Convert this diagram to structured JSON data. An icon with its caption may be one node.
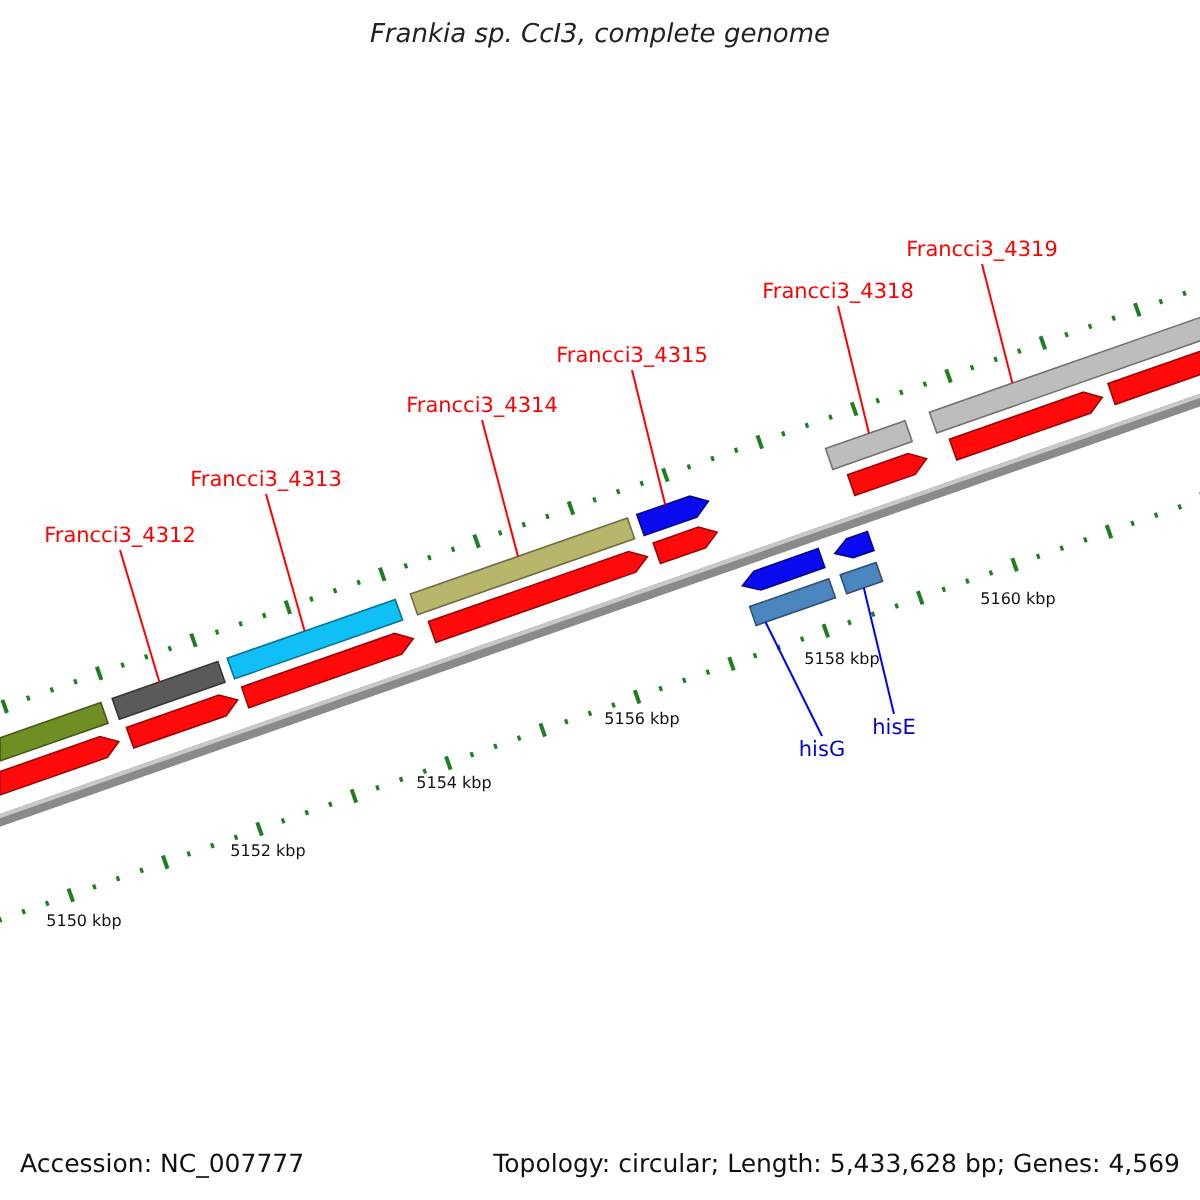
{
  "diagram": {
    "title": "Frankia sp. CcI3, complete genome",
    "nodes": [
      {
        "text": [
          "Francci3_4312"
        ]
      },
      {
        "text": [
          "Francci3_4313"
        ]
      },
      {
        "text": [
          "Francci3_4314"
        ]
      },
      {
        "text": [
          "Francci3_4315"
        ]
      },
      {
        "text": [
          "Francci3_4318"
        ]
      },
      {
        "text": [
          "Francci3_4319"
        ]
      },
      {
        "text": [
          "hisG"
        ]
      },
      {
        "text": [
          "hisE"
        ]
      },
      {
        "text": [],
        "shape": "bar"
      },
      {
        "text": [],
        "shape": "bar"
      },
      {
        "text": [],
        "shape": "bar"
      },
      {
        "text": [],
        "shape": "bar"
      },
      {
        "text": [],
        "shape": "bar"
      },
      {
        "text": [],
        "shape": "bar"
      },
      {
        "text": [],
        "shape": "bar"
      },
      {
        "text": [],
        "shape": "bar"
      },
      {
        "text": [],
        "shape": "bar"
      },
      {
        "text": [],
        "shape": "bar"
      },
      {
        "text": [],
        "shape": "bar"
      },
      {
        "text": [],
        "shape": "bar"
      },
      {
        "text": [],
        "shape": "bar"
      },
      {
        "text": [],
        "shape": "bar"
      },
      {
        "text": [],
        "shape": "bar"
      },
      {
        "text": [],
        "shape": "bar"
      },
      {
        "text": [],
        "shape": "bar"
      },
      {
        "text": [],
        "shape": "bar"
      },
      {
        "text": [],
        "shape": "bar"
      }
    ],
    "edges": [
      {
        "from": 0,
        "to": 10,
        "arrow": "none"
      },
      {
        "from": 1,
        "to": 12,
        "arrow": "none"
      },
      {
        "from": 2,
        "to": 14,
        "arrow": "none"
      },
      {
        "from": 3,
        "to": 16,
        "arrow": "none"
      },
      {
        "from": 4,
        "to": 22,
        "arrow": "none"
      },
      {
        "from": 5,
        "to": 24,
        "arrow": "none"
      },
      {
        "from": 6,
        "to": 19,
        "arrow": "none",
        "color": "#0000ff"
      },
      {
        "from": 7,
        "to": 20,
        "arrow": "none",
        "color": "#0000ff"
      }
    ],
    "labels": [
      "5160 kbp",
      "5158 kbp",
      "5156 kbp",
      "5154 kbp",
      "5152 kbp",
      "5150 kbp",
      "Accession: NC_007777",
      "Topology: circular; Length: 5,433,628 bp; Genes: 4,569"
    ]
  }
}
